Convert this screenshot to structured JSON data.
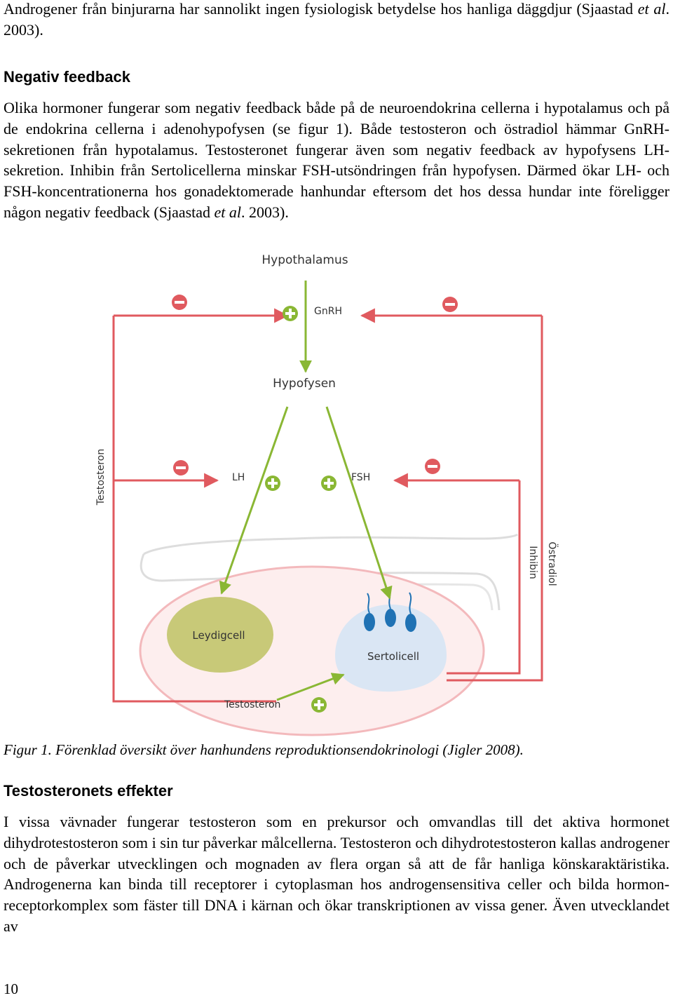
{
  "top_paragraph": {
    "before": "Androgener från binjurarna har sannolikt ingen fysiologisk betydelse hos hanliga däggdjur (Sjaastad ",
    "italic": "et al",
    "after": ". 2003)."
  },
  "section1": {
    "heading": "Negativ feedback",
    "paragraph_before": "Olika hormoner fungerar som negativ feedback både på de neuroendokrina cellerna i hypotalamus och på de endokrina cellerna i adenohypofysen (se figur 1). Både testosteron och östradiol hämmar GnRH-sekretionen från hypotalamus. Testosteronet fungerar även som negativ feedback av hypofysens LH-sekretion. Inhibin från Sertolicellerna minskar FSH-utsöndringen från hypofysen. Därmed ökar LH- och FSH-koncentrationerna hos gonadektomerade hanhundar eftersom det hos dessa hundar inte föreligger någon negativ feedback (Sjaastad ",
    "paragraph_italic": "et al",
    "paragraph_after": ". 2003)."
  },
  "figure": {
    "labels": {
      "hypothalamus": "Hypothalamus",
      "gnrh": "GnRH",
      "hypofysen": "Hypofysen",
      "testosteron_vertical": "Testosteron",
      "lh": "LH",
      "fsh": "FSH",
      "inhibin": "Inhibin",
      "ostradiol": "Östradiol",
      "leydigcell": "Leydigcell",
      "sertolicell": "Sertolicell",
      "testosteron_bottom": "Testosteron"
    },
    "colors": {
      "inhibit_red": "#e05a5f",
      "stimulate_green": "#8ab734",
      "leydig_fill": "#c8c978",
      "sertoli_fill": "#dae6f4",
      "testis_fill": "#fdeeee",
      "sperm_blue": "#1f72b4"
    }
  },
  "caption": "Figur 1. Förenklad översikt över hanhundens reproduktionsendokrinologi (Jigler 2008).",
  "section2": {
    "heading": "Testosteronets effekter",
    "paragraph": "I vissa vävnader fungerar testosteron som en prekursor och omvandlas till det aktiva hormonet dihydrotestosteron som i sin tur påverkar målcellerna. Testosteron och dihydrotestosteron kallas androgener och de påverkar utvecklingen och mognaden av flera organ så att de får hanliga könskaraktäristika. Androgenerna kan binda till receptorer i cytoplasman hos androgensensitiva celler och bilda hormon-receptorkomplex som fäster till DNA i kärnan och ökar transkriptionen av vissa gener. Även utvecklandet av"
  },
  "page_number": "10"
}
